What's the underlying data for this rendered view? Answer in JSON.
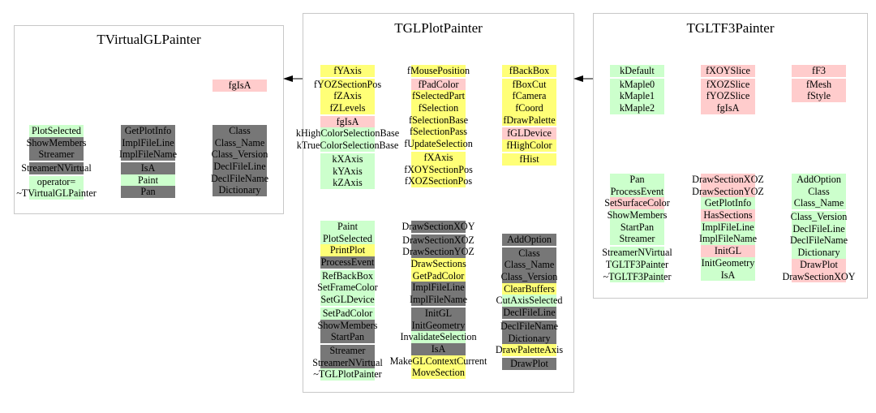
{
  "colors": {
    "g": "#ccffcc",
    "y": "#ffff77",
    "p": "#ffcccc",
    "d": "#777777"
  },
  "classes": [
    {
      "title": "TVirtualGLPainter",
      "columns": [
        {
          "groups": [
            [
              {
                "t": "fgIsA",
                "c": "p"
              }
            ]
          ]
        },
        {
          "groups": [
            [
              {
                "t": "PlotSelected",
                "c": "g"
              },
              {
                "t": "ShowMembers",
                "c": "d"
              },
              {
                "t": "Streamer",
                "c": "d"
              }
            ],
            [
              {
                "t": "StreamerNVirtual",
                "c": "d"
              }
            ],
            [
              {
                "t": "operator=",
                "c": "g"
              },
              {
                "t": "~TVirtualGLPainter",
                "c": "g"
              }
            ]
          ]
        },
        {
          "groups": [
            [
              {
                "t": "GetPlotInfo",
                "c": "d"
              },
              {
                "t": "ImplFileLine",
                "c": "d"
              },
              {
                "t": "ImplFileName",
                "c": "d"
              }
            ],
            [
              {
                "t": "IsA",
                "c": "d"
              },
              {
                "t": "Paint",
                "c": "g"
              },
              {
                "t": "Pan",
                "c": "d"
              }
            ]
          ]
        },
        {
          "groups": [
            [
              {
                "t": "Class",
                "c": "d"
              },
              {
                "t": "Class_Name",
                "c": "d"
              },
              {
                "t": "Class_Version",
                "c": "d"
              },
              {
                "t": "DeclFileLine",
                "c": "d"
              },
              {
                "t": "DeclFileName",
                "c": "d"
              },
              {
                "t": "Dictionary",
                "c": "d"
              }
            ]
          ]
        }
      ]
    },
    {
      "title": "TGLPlotPainter",
      "columns": [
        {
          "groups": [
            [
              {
                "t": "fYAxis",
                "c": "y"
              }
            ],
            [
              {
                "t": "fYOZSectionPos",
                "c": "y"
              },
              {
                "t": "fZAxis",
                "c": "y"
              },
              {
                "t": "fZLevels",
                "c": "y"
              }
            ],
            [
              {
                "t": "fgIsA",
                "c": "p"
              },
              {
                "t": "kHighColorSelectionBase",
                "c": "g"
              },
              {
                "t": "kTrueColorSelectionBase",
                "c": "g"
              }
            ],
            [
              {
                "t": "kXAxis",
                "c": "g"
              },
              {
                "t": "kYAxis",
                "c": "g"
              },
              {
                "t": "kZAxis",
                "c": "g"
              }
            ]
          ]
        },
        {
          "groups": [
            [
              {
                "t": "fMousePosition",
                "c": "y"
              }
            ],
            [
              {
                "t": "fPadColor",
                "c": "p"
              },
              {
                "t": "fSelectedPart",
                "c": "y"
              },
              {
                "t": "fSelection",
                "c": "y"
              },
              {
                "t": "fSelectionBase",
                "c": "y"
              },
              {
                "t": "fSelectionPass",
                "c": "y"
              },
              {
                "t": "fUpdateSelection",
                "c": "y"
              }
            ],
            [
              {
                "t": "fXAxis",
                "c": "y"
              },
              {
                "t": "fXOYSectionPos",
                "c": "y"
              },
              {
                "t": "fXOZSectionPos",
                "c": "y"
              }
            ]
          ]
        },
        {
          "groups": [
            [
              {
                "t": "fBackBox",
                "c": "y"
              }
            ],
            [
              {
                "t": "fBoxCut",
                "c": "y"
              },
              {
                "t": "fCamera",
                "c": "y"
              },
              {
                "t": "fCoord",
                "c": "y"
              },
              {
                "t": "fDrawPalette",
                "c": "y"
              }
            ],
            [
              {
                "t": "fGLDevice",
                "c": "p"
              },
              {
                "t": "fHighColor",
                "c": "y"
              }
            ],
            [
              {
                "t": "fHist",
                "c": "y"
              }
            ]
          ]
        },
        {
          "groups": [
            [
              {
                "t": "Paint",
                "c": "g"
              },
              {
                "t": "PlotSelected",
                "c": "g"
              },
              {
                "t": "PrintPlot",
                "c": "y"
              },
              {
                "t": "ProcessEvent",
                "c": "d"
              }
            ],
            [
              {
                "t": "RefBackBox",
                "c": "g"
              },
              {
                "t": "SetFrameColor",
                "c": "g"
              },
              {
                "t": "SetGLDevice",
                "c": "g"
              }
            ],
            [
              {
                "t": "SetPadColor",
                "c": "g"
              },
              {
                "t": "ShowMembers",
                "c": "d"
              },
              {
                "t": "StartPan",
                "c": "d"
              }
            ],
            [
              {
                "t": "Streamer",
                "c": "d"
              },
              {
                "t": "StreamerNVirtual",
                "c": "d"
              },
              {
                "t": "~TGLPlotPainter",
                "c": "g"
              }
            ]
          ]
        },
        {
          "groups": [
            [
              {
                "t": "DrawSectionXOY",
                "c": "d"
              }
            ],
            [
              {
                "t": "DrawSectionXOZ",
                "c": "d"
              },
              {
                "t": "DrawSectionYOZ",
                "c": "d"
              },
              {
                "t": "DrawSections",
                "c": "y"
              },
              {
                "t": "GetPadColor",
                "c": "y"
              },
              {
                "t": "ImplFileLine",
                "c": "d"
              },
              {
                "t": "ImplFileName",
                "c": "d"
              }
            ],
            [
              {
                "t": "InitGL",
                "c": "d"
              },
              {
                "t": "InitGeometry",
                "c": "d"
              },
              {
                "t": "InvalidateSelection",
                "c": "g"
              },
              {
                "t": "IsA",
                "c": "d"
              },
              {
                "t": "MakeGLContextCurrent",
                "c": "y"
              },
              {
                "t": "MoveSection",
                "c": "y"
              }
            ]
          ]
        },
        {
          "groups": [
            [
              {
                "t": "AddOption",
                "c": "d"
              }
            ],
            [
              {
                "t": "Class",
                "c": "d"
              },
              {
                "t": "Class_Name",
                "c": "d"
              },
              {
                "t": "Class_Version",
                "c": "d"
              },
              {
                "t": "ClearBuffers",
                "c": "y"
              },
              {
                "t": "CutAxisSelected",
                "c": "g"
              },
              {
                "t": "DeclFileLine",
                "c": "d"
              }
            ],
            [
              {
                "t": "DeclFileName",
                "c": "d"
              },
              {
                "t": "Dictionary",
                "c": "d"
              },
              {
                "t": "DrawPaletteAxis",
                "c": "y"
              }
            ],
            [
              {
                "t": "DrawPlot",
                "c": "d"
              }
            ]
          ]
        }
      ]
    },
    {
      "title": "TGLTF3Painter",
      "columns": [
        {
          "groups": [
            [
              {
                "t": "kDefault",
                "c": "g"
              }
            ],
            [
              {
                "t": "kMaple0",
                "c": "g"
              },
              {
                "t": "kMaple1",
                "c": "g"
              },
              {
                "t": "kMaple2",
                "c": "g"
              }
            ]
          ]
        },
        {
          "groups": [
            [
              {
                "t": "fXOYSlice",
                "c": "p"
              }
            ],
            [
              {
                "t": "fXOZSlice",
                "c": "p"
              },
              {
                "t": "fYOZSlice",
                "c": "p"
              },
              {
                "t": "fgIsA",
                "c": "p"
              }
            ]
          ]
        },
        {
          "groups": [
            [
              {
                "t": "fF3",
                "c": "p"
              }
            ],
            [
              {
                "t": "fMesh",
                "c": "p"
              },
              {
                "t": "fStyle",
                "c": "p"
              }
            ]
          ]
        },
        {
          "groups": [
            [
              {
                "t": "Pan",
                "c": "g"
              },
              {
                "t": "ProcessEvent",
                "c": "g"
              },
              {
                "t": "SetSurfaceColor",
                "c": "p"
              },
              {
                "t": "ShowMembers",
                "c": "g"
              },
              {
                "t": "StartPan",
                "c": "g"
              },
              {
                "t": "Streamer",
                "c": "g"
              }
            ],
            [
              {
                "t": "StreamerNVirtual",
                "c": "g"
              },
              {
                "t": "TGLTF3Painter",
                "c": "g"
              },
              {
                "t": "~TGLTF3Painter",
                "c": "g"
              }
            ]
          ]
        },
        {
          "groups": [
            [
              {
                "t": "DrawSectionXOZ",
                "c": "p"
              },
              {
                "t": "DrawSectionYOZ",
                "c": "p"
              },
              {
                "t": "GetPlotInfo",
                "c": "g"
              },
              {
                "t": "HasSections",
                "c": "p"
              },
              {
                "t": "ImplFileLine",
                "c": "g"
              },
              {
                "t": "ImplFileName",
                "c": "g"
              },
              {
                "t": "InitGL",
                "c": "p"
              },
              {
                "t": "InitGeometry",
                "c": "g"
              },
              {
                "t": "IsA",
                "c": "g"
              }
            ]
          ]
        },
        {
          "groups": [
            [
              {
                "t": "AddOption",
                "c": "g"
              },
              {
                "t": "Class",
                "c": "g"
              },
              {
                "t": "Class_Name",
                "c": "g"
              }
            ],
            [
              {
                "t": "Class_Version",
                "c": "g"
              },
              {
                "t": "DeclFileLine",
                "c": "g"
              },
              {
                "t": "DeclFileName",
                "c": "g"
              },
              {
                "t": "Dictionary",
                "c": "g"
              },
              {
                "t": "DrawPlot",
                "c": "p"
              },
              {
                "t": "DrawSectionXOY",
                "c": "p"
              }
            ]
          ]
        }
      ]
    }
  ]
}
